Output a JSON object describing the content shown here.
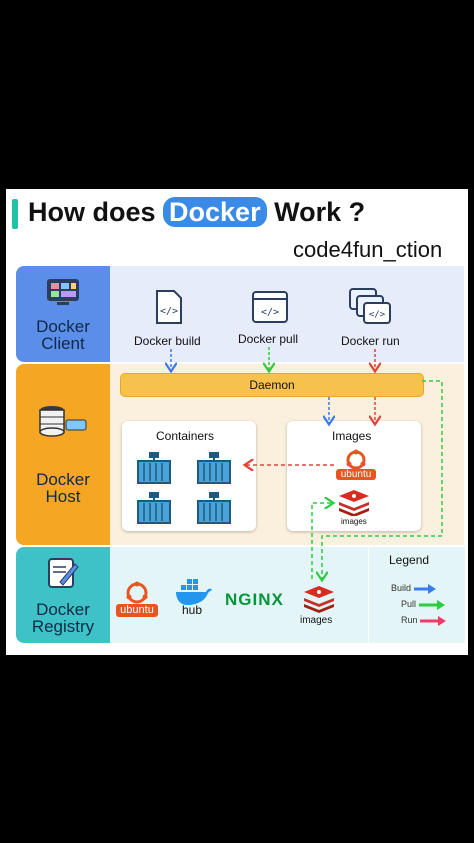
{
  "title": {
    "prefix": "How does",
    "highlight": "Docker",
    "suffix": "Work ?"
  },
  "subtitle": "code4fun_ction",
  "sections": {
    "client": {
      "label_line1": "Docker",
      "label_line2": "Client",
      "color": "#5b8ee8",
      "bg": "#e7ecfb"
    },
    "host": {
      "label_line1": "Docker",
      "label_line2": "Host",
      "color": "#f5a623",
      "bg": "#fbf0de"
    },
    "registry": {
      "label_line1": "Docker",
      "label_line2": "Registry",
      "color": "#3ec2c8",
      "bg": "#e3f5f6"
    }
  },
  "commands": [
    {
      "label": "Docker build",
      "icon": "code-file-icon"
    },
    {
      "label": "Docker pull",
      "icon": "code-window-icon"
    },
    {
      "label": "Docker run",
      "icon": "code-stack-icon"
    }
  ],
  "daemon": "Daemon",
  "containers_title": "Containers",
  "images_title": "Images",
  "host_images": {
    "ubuntu": "ubuntu",
    "redis": "images"
  },
  "registry": {
    "ubuntu": "ubuntu",
    "hub": "hub",
    "nginx": "NGINX",
    "images": "images"
  },
  "legend": {
    "title": "Legend",
    "items": [
      {
        "label": "Build",
        "color": "#3a7bf0"
      },
      {
        "label": "Pull",
        "color": "#2ecc40"
      },
      {
        "label": "Run",
        "color": "#ef3b6a"
      }
    ]
  }
}
